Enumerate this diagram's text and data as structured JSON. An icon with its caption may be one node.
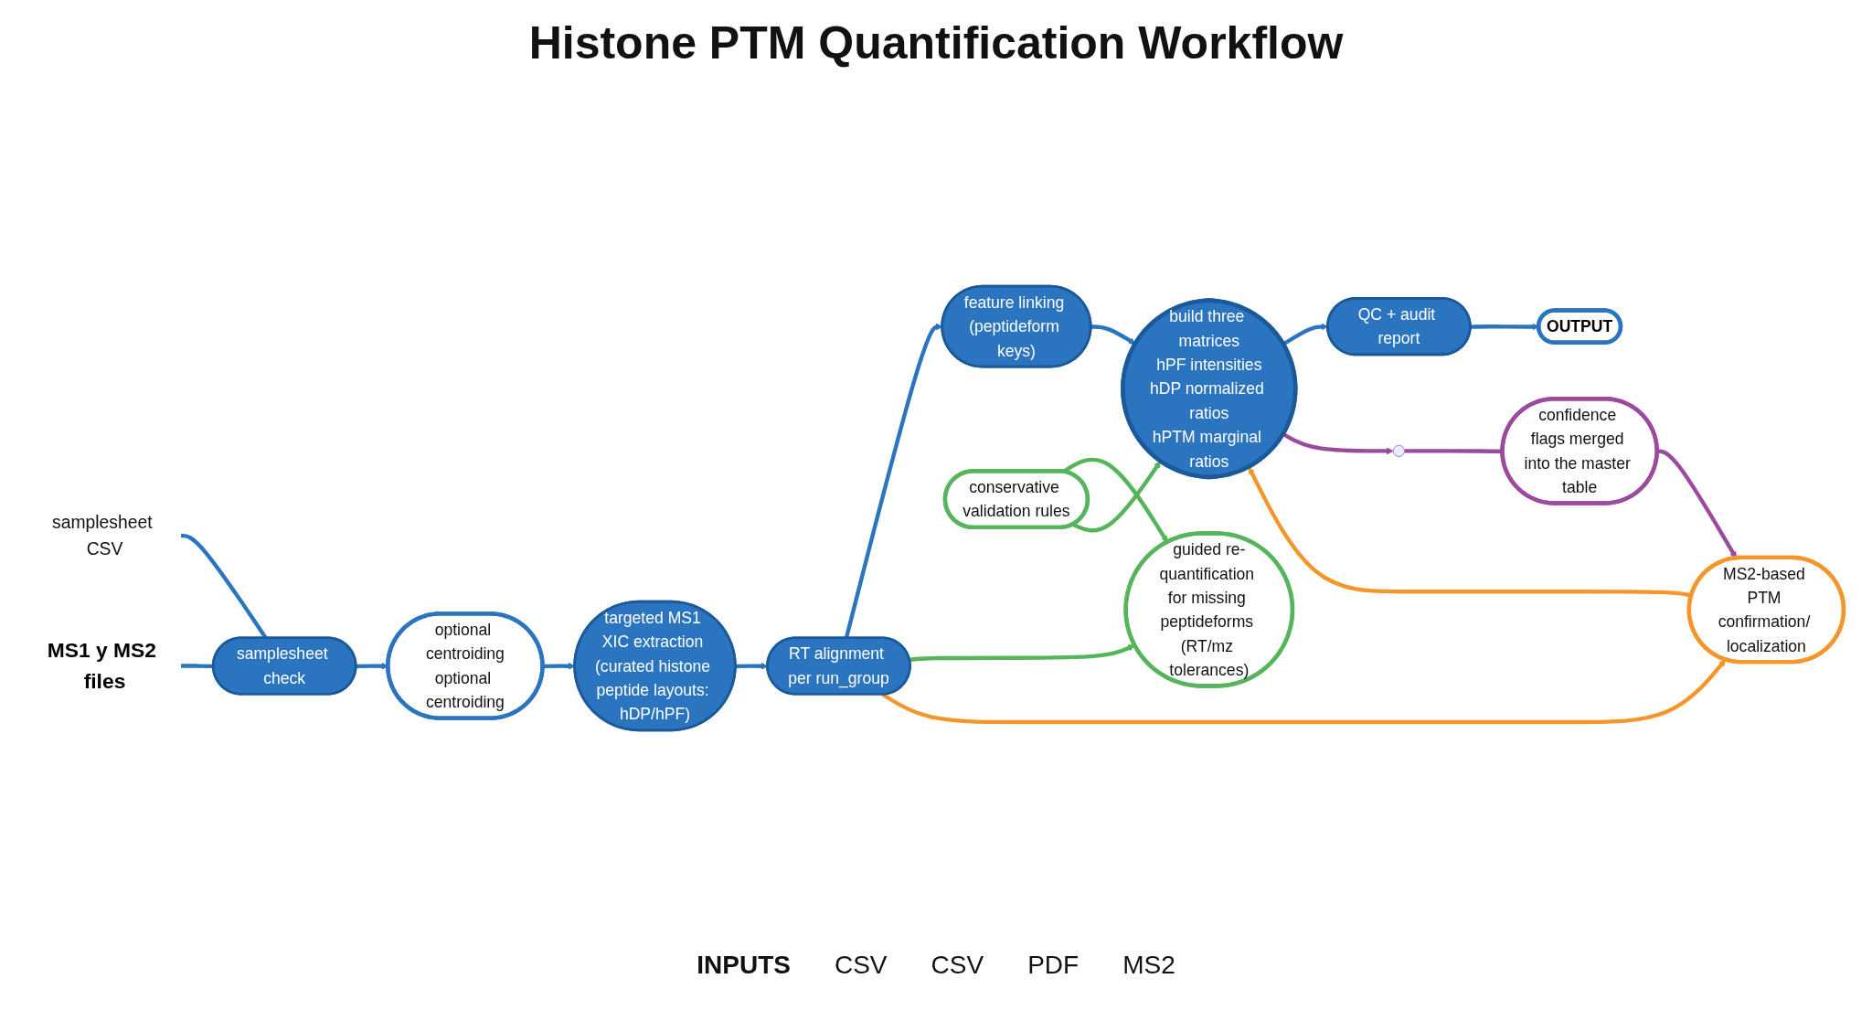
{
  "diagram": {
    "title": "Histone PTM Quantification Workflow",
    "nodes": [
      {
        "text": [
          "samplesheet CSV"
        ]
      },
      {
        "text": [
          "MS1 y MS2 files"
        ]
      },
      {
        "text": [
          "samplesheet check"
        ]
      },
      {
        "text": [
          "optional centroiding",
          "optional centroiding"
        ]
      },
      {
        "text": [
          "targeted MS1 XIC extraction (curated histone peptide layouts: hDP/hPF)"
        ]
      },
      {
        "text": [
          "RT alignment per run_group"
        ]
      },
      {
        "text": [
          "feature linking (peptideform keys)"
        ]
      },
      {
        "text": [
          "build three matrices",
          "hPF intensities",
          "hDP normalized ratios",
          "hPTM marginal ratios"
        ]
      },
      {
        "text": [
          "QC + audit report"
        ]
      },
      {
        "text": [
          "OUTPUT"
        ]
      },
      {
        "text": [
          "guided re-quantification for missing peptideforms (RT/mz tolerances)"
        ]
      },
      {
        "text": [
          "conservative validation rules"
        ]
      },
      {
        "text": [
          "MS2-based PTM confirmation/ localization"
        ]
      },
      {
        "text": [
          "confidence flags merged into the master table"
        ]
      },
      {
        "text": [],
        "shape": "circle"
      }
    ],
    "edges": [
      {
        "from": 0,
        "to": 2,
        "arrow": "none"
      },
      {
        "from": 1,
        "to": 2,
        "arrow": "none"
      },
      {
        "from": 2,
        "to": 3,
        "arrow": "to"
      },
      {
        "from": 3,
        "to": 4,
        "arrow": "to"
      },
      {
        "from": 4,
        "to": 5,
        "arrow": "to"
      },
      {
        "from": 5,
        "to": 6,
        "arrow": "to"
      },
      {
        "from": 6,
        "to": 7,
        "arrow": "to"
      },
      {
        "from": 7,
        "to": 8,
        "arrow": "to"
      },
      {
        "from": 8,
        "to": 9,
        "arrow": "to"
      },
      {
        "from": 5,
        "to": 10,
        "arrow": "to",
        "color": "#56b45a"
      },
      {
        "from": 11,
        "to": 10,
        "arrow": "to",
        "color": "#56b45a"
      },
      {
        "from": 11,
        "to": 7,
        "arrow": "to",
        "color": "#56b45a"
      },
      {
        "from": 5,
        "to": 12,
        "arrow": "to",
        "color": "#f5962a"
      },
      {
        "from": 12,
        "to": 7,
        "arrow": "to",
        "color": "#f5962a"
      },
      {
        "from": 7,
        "to": 14,
        "arrow": "to",
        "color": "#9c4a9e"
      },
      {
        "from": 14,
        "to": 13,
        "arrow": "none",
        "color": "#9c4a9e"
      },
      {
        "from": 13,
        "to": 12,
        "arrow": "to",
        "color": "#9c4a9e"
      }
    ],
    "labels": [
      "INPUTS",
      "CSV",
      "CSV",
      "PDF",
      "MS2"
    ]
  }
}
